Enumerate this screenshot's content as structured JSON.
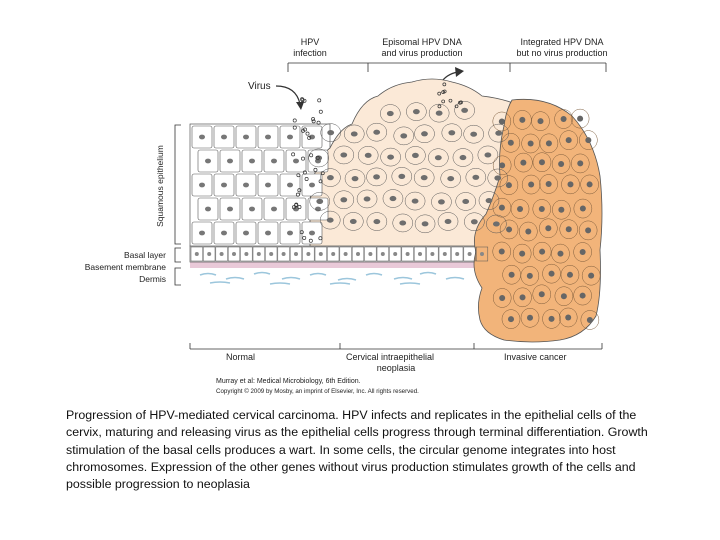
{
  "figure": {
    "top_labels": [
      {
        "line1": "HPV",
        "line2": "infection"
      },
      {
        "line1": "Episomal HPV DNA",
        "line2": "and virus production"
      },
      {
        "line1": "Integrated HPV DNA",
        "line2": "but no virus production"
      }
    ],
    "virus_label": "Virus",
    "side_labels": {
      "squamous": "Squamous epithelium",
      "basal_layer": "Basal layer",
      "basement_membrane": "Basement membrane",
      "dermis": "Dermis"
    },
    "bottom_labels": {
      "normal": "Normal",
      "cin_line1": "Cervical intraepithelial",
      "cin_line2": "neoplasia",
      "invasive": "Invasive cancer"
    },
    "credit_line1": "Murray et al: Medical Microbiology, 6th Edition.",
    "credit_line2": "Copyright © 2009 by Mosby, an imprint of Elsevier, Inc. All rights reserved.",
    "colors": {
      "normal_fill": "#ffffff",
      "cin_fill": "#fbe9d7",
      "cancer_fill": "#f2b47a",
      "membrane": "#e9c9d8",
      "dermis_fiber": "#9cc6dc",
      "cell_outline": "#555555"
    }
  },
  "caption": "Progression of HPV-mediated cervical carcinoma. HPV infects and replicates in the epithelial cells of the cervix, maturing and releasing virus as the epithelial cells progress through terminal differentiation. Growth stimulation of the basal cells produces a wart. In some cells, the circular genome integrates into host chromosomes. Expression of the other genes without virus production stimulates growth of the cells and possible progression to neoplasia"
}
